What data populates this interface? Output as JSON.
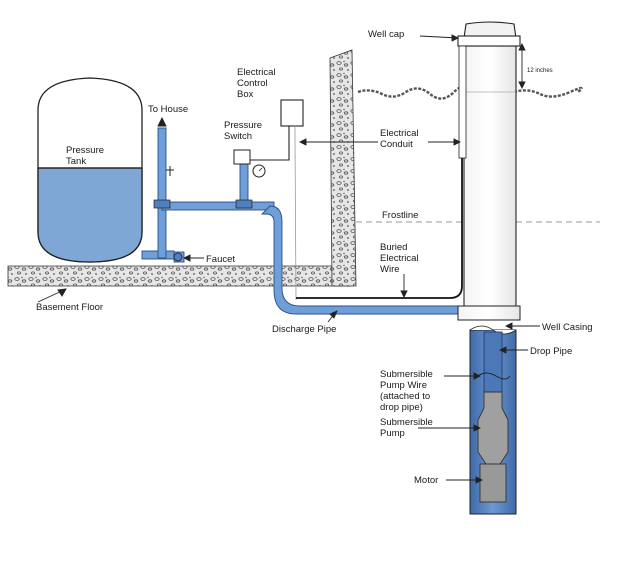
{
  "labels": {
    "well_cap": "Well cap",
    "clearance": "12 inches",
    "control_box": [
      "Electrical",
      "Control",
      "Box"
    ],
    "to_house": "To House",
    "pressure_switch": [
      "Pressure",
      "Switch"
    ],
    "electrical_conduit": [
      "Electrical",
      "Conduit"
    ],
    "pressure_tank": [
      "Pressure",
      "Tank"
    ],
    "frostline": "Frostline",
    "buried_wire": [
      "Buried",
      "Electrical",
      "Wire"
    ],
    "faucet": "Faucet",
    "basement_floor": "Basement Floor",
    "discharge_pipe": "Discharge Pipe",
    "well_casing": "Well Casing",
    "drop_pipe": "Drop Pipe",
    "pump_wire": [
      "Submersible",
      "Pump Wire",
      "(attached to",
      "drop pipe)"
    ],
    "pump": [
      "Submersible",
      "Pump"
    ],
    "motor": "Motor"
  },
  "colors": {
    "water": "#7ea7d6",
    "pipe": "#6f9fd8",
    "pipe_dark": "#3f6fae",
    "outline": "#222222",
    "soil": "#e4e4e4",
    "well_water": "#5b86c4",
    "pump_body": "#a0a0a0"
  }
}
